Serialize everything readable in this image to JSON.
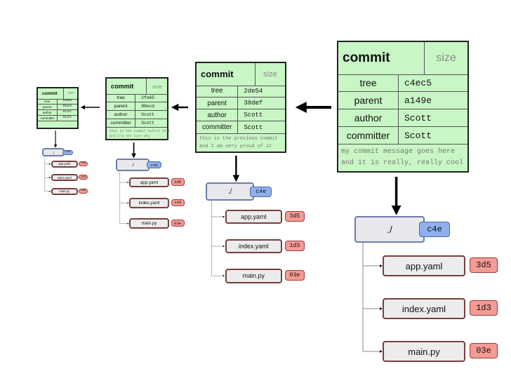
{
  "commits": [
    {
      "title": "commit",
      "size_label": "size",
      "tree_label": "tree",
      "tree_value": "c4ec5",
      "parent_label": "parent",
      "parent_value": "a149e",
      "author_label": "author",
      "author_value": "Scott",
      "committer_label": "committer",
      "committer_value": "Scott",
      "message_line1": "my commit message goes here",
      "message_line2": "and it is really, really cool",
      "tree": {
        "name": "./",
        "hash": "c4e",
        "files": [
          {
            "name": "app.yaml",
            "hash": "3d5"
          },
          {
            "name": "index.yaml",
            "hash": "1d3"
          },
          {
            "name": "main.py",
            "hash": "03e"
          }
        ]
      }
    },
    {
      "title": "commit",
      "size_label": "size",
      "tree_label": "tree",
      "tree_value": "2de54",
      "parent_label": "parent",
      "parent_value": "38def",
      "author_label": "author",
      "author_value": "Scott",
      "committer_label": "committer",
      "committer_value": "Scott",
      "message_line1": "this is the previous commit",
      "message_line2": "and I am very proud of it",
      "tree": {
        "name": "./",
        "hash": "c4e",
        "files": [
          {
            "name": "app.yaml",
            "hash": "3d5"
          },
          {
            "name": "index.yaml",
            "hash": "1d3"
          },
          {
            "name": "main.py",
            "hash": "03e"
          }
        ]
      }
    },
    {
      "title": "commit",
      "size_label": "size",
      "tree_label": "tree",
      "tree_value": "2fe65",
      "parent_label": "parent",
      "parent_value": "90ecd",
      "author_label": "author",
      "author_value": "Scott",
      "committer_label": "committer",
      "committer_value": "Scott",
      "message_line1": "this is the commit before that",
      "message_line2": "and I'm not sure why",
      "tree": {
        "name": "./",
        "hash": "c4e",
        "files": [
          {
            "name": "app.yaml",
            "hash": "3d5"
          },
          {
            "name": "index.yaml",
            "hash": "1d3"
          },
          {
            "name": "main.py",
            "hash": "03e"
          }
        ]
      }
    },
    {
      "title": "commit",
      "size_label": "size",
      "tree_label": "tree",
      "tree_value": "1a3e6",
      "parent_label": "parent",
      "parent_value": "91ee4",
      "author_label": "author",
      "author_value": "Scott",
      "committer_label": "committer",
      "committer_value": "Scott",
      "message_line1": "",
      "message_line2": "",
      "tree": {
        "name": "./",
        "hash": "c4e",
        "files": [
          {
            "name": "app.yaml",
            "hash": "3d5"
          },
          {
            "name": "index.yaml",
            "hash": "1d3"
          },
          {
            "name": "main.py",
            "hash": "03e"
          }
        ]
      }
    }
  ]
}
